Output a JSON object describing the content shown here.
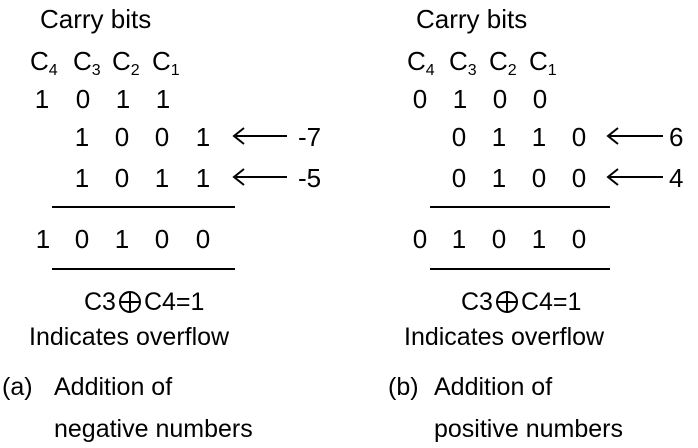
{
  "panels": [
    {
      "carry_title": "Carry bits",
      "carry_labels": [
        "C",
        "C",
        "C",
        "C"
      ],
      "carry_subs": [
        "4",
        "3",
        "2",
        "1"
      ],
      "carry_values": [
        "1",
        "0",
        "1",
        "1"
      ],
      "operand1": [
        "1",
        "0",
        "0",
        "1"
      ],
      "operand1_value": "-7",
      "operand2": [
        "1",
        "0",
        "1",
        "1"
      ],
      "operand2_value": "-5",
      "result": [
        "1",
        "0",
        "1",
        "0",
        "0"
      ],
      "xor_left": "C3",
      "xor_right": "C4=1",
      "overflow_note": "Indicates overflow",
      "caption_label": "(a)",
      "caption_line1": "Addition of",
      "caption_line2": "negative numbers"
    },
    {
      "carry_title": "Carry bits",
      "carry_labels": [
        "C",
        "C",
        "C",
        "C"
      ],
      "carry_subs": [
        "4",
        "3",
        "2",
        "1"
      ],
      "carry_values": [
        "0",
        "1",
        "0",
        "0"
      ],
      "operand1": [
        "0",
        "1",
        "1",
        "0"
      ],
      "operand1_value": "6",
      "operand2": [
        "0",
        "1",
        "0",
        "0"
      ],
      "operand2_value": "4",
      "result": [
        "0",
        "1",
        "0",
        "1",
        "0"
      ],
      "xor_left": "C3",
      "xor_right": "C4=1",
      "overflow_note": "Indicates overflow",
      "caption_label": "(b)",
      "caption_line1": "Addition of",
      "caption_line2": "positive numbers"
    }
  ]
}
